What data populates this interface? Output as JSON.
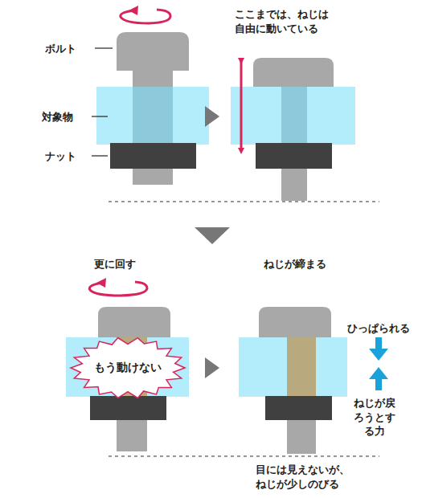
{
  "diagram": {
    "nodes": [
      {
        "text": [
          "もう動けない"
        ]
      }
    ],
    "labels": [
      "ボルト",
      "対象物",
      "ナット",
      "ここまでは、ねじは自由に動いている",
      "更に回す",
      "ねじが締まる",
      "ひっぱられる",
      "ねじが戻ろうとする力",
      "目には見えないが、ねじが少しのびる"
    ]
  }
}
